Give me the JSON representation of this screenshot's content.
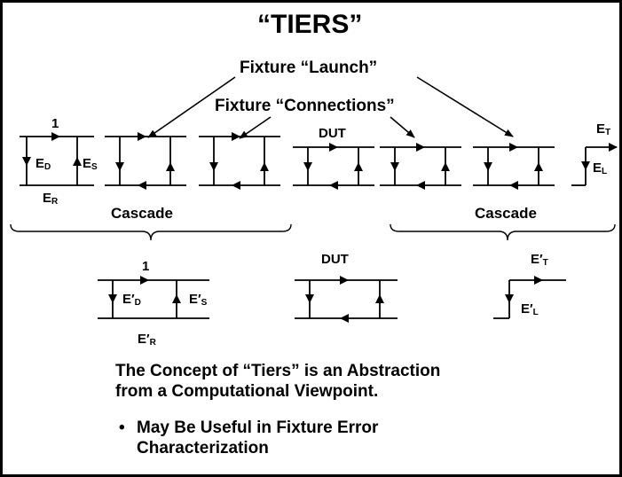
{
  "title": "“TIERS”",
  "fixture_launch": "Fixture “Launch”",
  "fixture_connections": "Fixture “Connections”",
  "top_row": {
    "port_label": "1",
    "ed": {
      "main": "E",
      "sub": "D"
    },
    "es": {
      "main": "E",
      "sub": "S"
    },
    "er": {
      "main": "E",
      "sub": "R"
    },
    "dut": "DUT",
    "et": {
      "main": "E",
      "sub": "T"
    },
    "el": {
      "main": "E",
      "sub": "L"
    },
    "cascade_left": "Cascade",
    "cascade_right": "Cascade"
  },
  "bottom_row": {
    "port_label": "1",
    "ed": {
      "main": "E′",
      "sub": "D"
    },
    "es": {
      "main": "E′",
      "sub": "S"
    },
    "er": {
      "main": "E′",
      "sub": "R"
    },
    "dut": "DUT",
    "et": {
      "main": "E′",
      "sub": "T"
    },
    "el": {
      "main": "E′",
      "sub": "L"
    }
  },
  "concept_text": [
    "The Concept of “Tiers” is an Abstraction",
    "from a Computational Viewpoint."
  ],
  "bullets": [
    "May Be Useful in Fixture Error",
    "Characterization"
  ]
}
